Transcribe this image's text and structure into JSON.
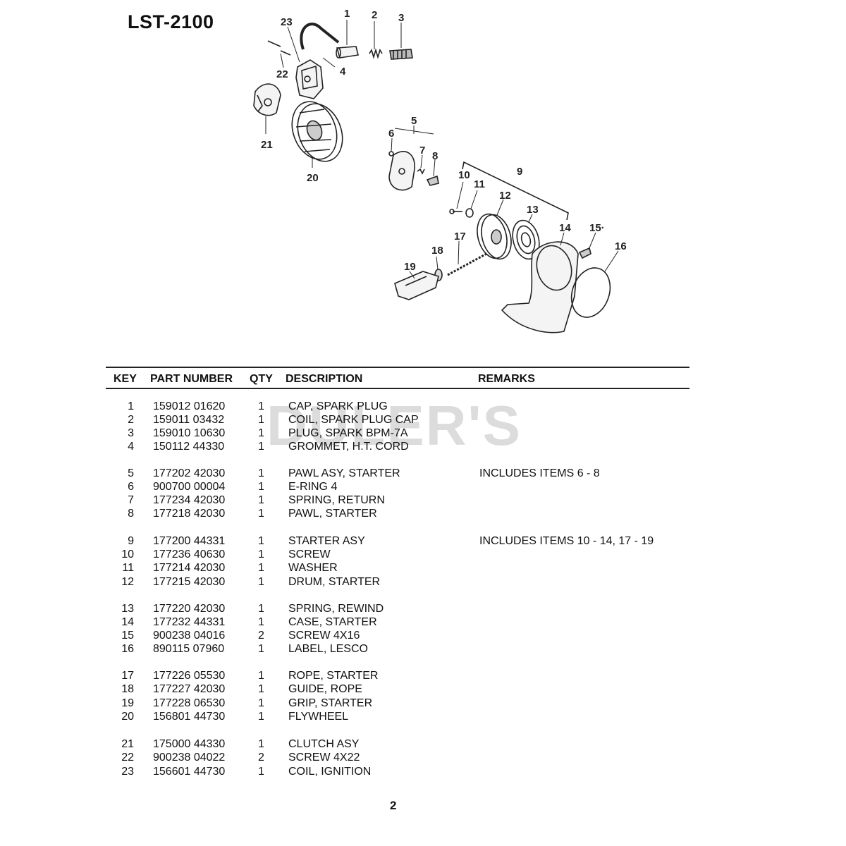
{
  "title": "LST-2100",
  "watermark": "DULER'S",
  "callout_labels": [
    "1",
    "2",
    "3",
    "4",
    "5",
    "6",
    "7",
    "8",
    "9",
    "10",
    "11",
    "12",
    "13",
    "14",
    "15·",
    "16",
    "17",
    "18",
    "19",
    "20",
    "21",
    "22",
    "23"
  ],
  "table": {
    "headers": {
      "key": "KEY",
      "part_number": "PART NUMBER",
      "qty": "QTY",
      "description": "DESCRIPTION",
      "remarks": "REMARKS"
    },
    "rows": [
      {
        "key": "1",
        "part": "159012 01620",
        "qty": "1",
        "desc": "CAP, SPARK PLUG",
        "rem": ""
      },
      {
        "key": "2",
        "part": "159011 03432",
        "qty": "1",
        "desc": "COIL, SPARK PLUG CAP",
        "rem": ""
      },
      {
        "key": "3",
        "part": "159010 10630",
        "qty": "1",
        "desc": "PLUG, SPARK  BPM-7A",
        "rem": ""
      },
      {
        "key": "4",
        "part": "150112 44330",
        "qty": "1",
        "desc": "GROMMET, H.T. CORD",
        "rem": ""
      },
      {
        "key": "5",
        "part": "177202 42030",
        "qty": "1",
        "desc": "PAWL ASY, STARTER",
        "rem": "INCLUDES ITEMS 6 - 8"
      },
      {
        "key": "6",
        "part": "900700 00004",
        "qty": "1",
        "desc": "E-RING  4",
        "rem": ""
      },
      {
        "key": "7",
        "part": "177234 42030",
        "qty": "1",
        "desc": "SPRING, RETURN",
        "rem": ""
      },
      {
        "key": "8",
        "part": "177218 42030",
        "qty": "1",
        "desc": "PAWL, STARTER",
        "rem": ""
      },
      {
        "key": "9",
        "part": "177200 44331",
        "qty": "1",
        "desc": "STARTER ASY",
        "rem": "INCLUDES ITEMS 10 - 14, 17 - 19"
      },
      {
        "key": "10",
        "part": "177236 40630",
        "qty": "1",
        "desc": "SCREW",
        "rem": ""
      },
      {
        "key": "11",
        "part": "177214 42030",
        "qty": "1",
        "desc": "WASHER",
        "rem": ""
      },
      {
        "key": "12",
        "part": "177215 42030",
        "qty": "1",
        "desc": "DRUM, STARTER",
        "rem": ""
      },
      {
        "key": "13",
        "part": "177220 42030",
        "qty": "1",
        "desc": "SPRING, REWIND",
        "rem": ""
      },
      {
        "key": "14",
        "part": "177232 44331",
        "qty": "1",
        "desc": "CASE, STARTER",
        "rem": ""
      },
      {
        "key": "15",
        "part": "900238 04016",
        "qty": "2",
        "desc": "SCREW  4X16",
        "rem": ""
      },
      {
        "key": "16",
        "part": "890115 07960",
        "qty": "1",
        "desc": "LABEL, LESCO",
        "rem": ""
      },
      {
        "key": "17",
        "part": "177226 05530",
        "qty": "1",
        "desc": "ROPE, STARTER",
        "rem": ""
      },
      {
        "key": "18",
        "part": "177227 42030",
        "qty": "1",
        "desc": "GUIDE, ROPE",
        "rem": ""
      },
      {
        "key": "19",
        "part": "177228 06530",
        "qty": "1",
        "desc": "GRIP, STARTER",
        "rem": ""
      },
      {
        "key": "20",
        "part": "156801 44730",
        "qty": "1",
        "desc": "FLYWHEEL",
        "rem": ""
      },
      {
        "key": "21",
        "part": "175000 44330",
        "qty": "1",
        "desc": "CLUTCH ASY",
        "rem": ""
      },
      {
        "key": "22",
        "part": "900238 04022",
        "qty": "2",
        "desc": "SCREW  4X22",
        "rem": ""
      },
      {
        "key": "23",
        "part": "156601 44730",
        "qty": "1",
        "desc": "COIL, IGNITION",
        "rem": ""
      }
    ]
  },
  "page_number": "2"
}
